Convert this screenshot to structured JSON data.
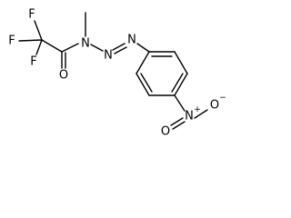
{
  "molecule": {
    "atoms": [
      {
        "id": "F1",
        "symbol": "F"
      },
      {
        "id": "F2",
        "symbol": "F"
      },
      {
        "id": "F3",
        "symbol": "F"
      },
      {
        "id": "O1",
        "symbol": "O"
      },
      {
        "id": "N1",
        "symbol": "N"
      },
      {
        "id": "N2",
        "symbol": "N"
      },
      {
        "id": "N3",
        "symbol": "N"
      },
      {
        "id": "N4",
        "symbol": "N",
        "charge": "+"
      },
      {
        "id": "O2",
        "symbol": "O"
      },
      {
        "id": "O3",
        "symbol": "O",
        "charge": "−"
      }
    ],
    "bond_color": "#000000",
    "label_color": "#000000"
  }
}
